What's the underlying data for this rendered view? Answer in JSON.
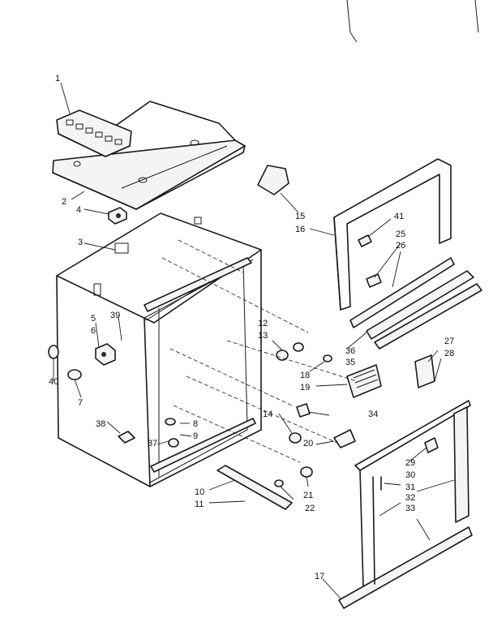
{
  "callouts": {
    "c1": "1",
    "c2": "2",
    "c3": "3",
    "c4": "4",
    "c5": "5",
    "c6": "6",
    "c7": "7",
    "c8": "8",
    "c9": "9",
    "c10": "10",
    "c11": "11",
    "c12": "12",
    "c13": "13",
    "c14": "14",
    "c15": "15",
    "c16": "16",
    "c17": "17",
    "c18": "18",
    "c19": "19",
    "c20": "20",
    "c21": "21",
    "c22": "22",
    "c25": "25",
    "c26": "26",
    "c27": "27",
    "c28": "28",
    "c29": "29",
    "c30": "30",
    "c31": "31",
    "c32": "32",
    "c33": "33",
    "c34": "34",
    "c35": "35",
    "c36": "36",
    "c37": "37",
    "c38": "38",
    "c39": "39",
    "c40": "40",
    "c41": "41"
  },
  "colors": {
    "ink": "#1a1a1a",
    "paper": "#ffffff"
  }
}
